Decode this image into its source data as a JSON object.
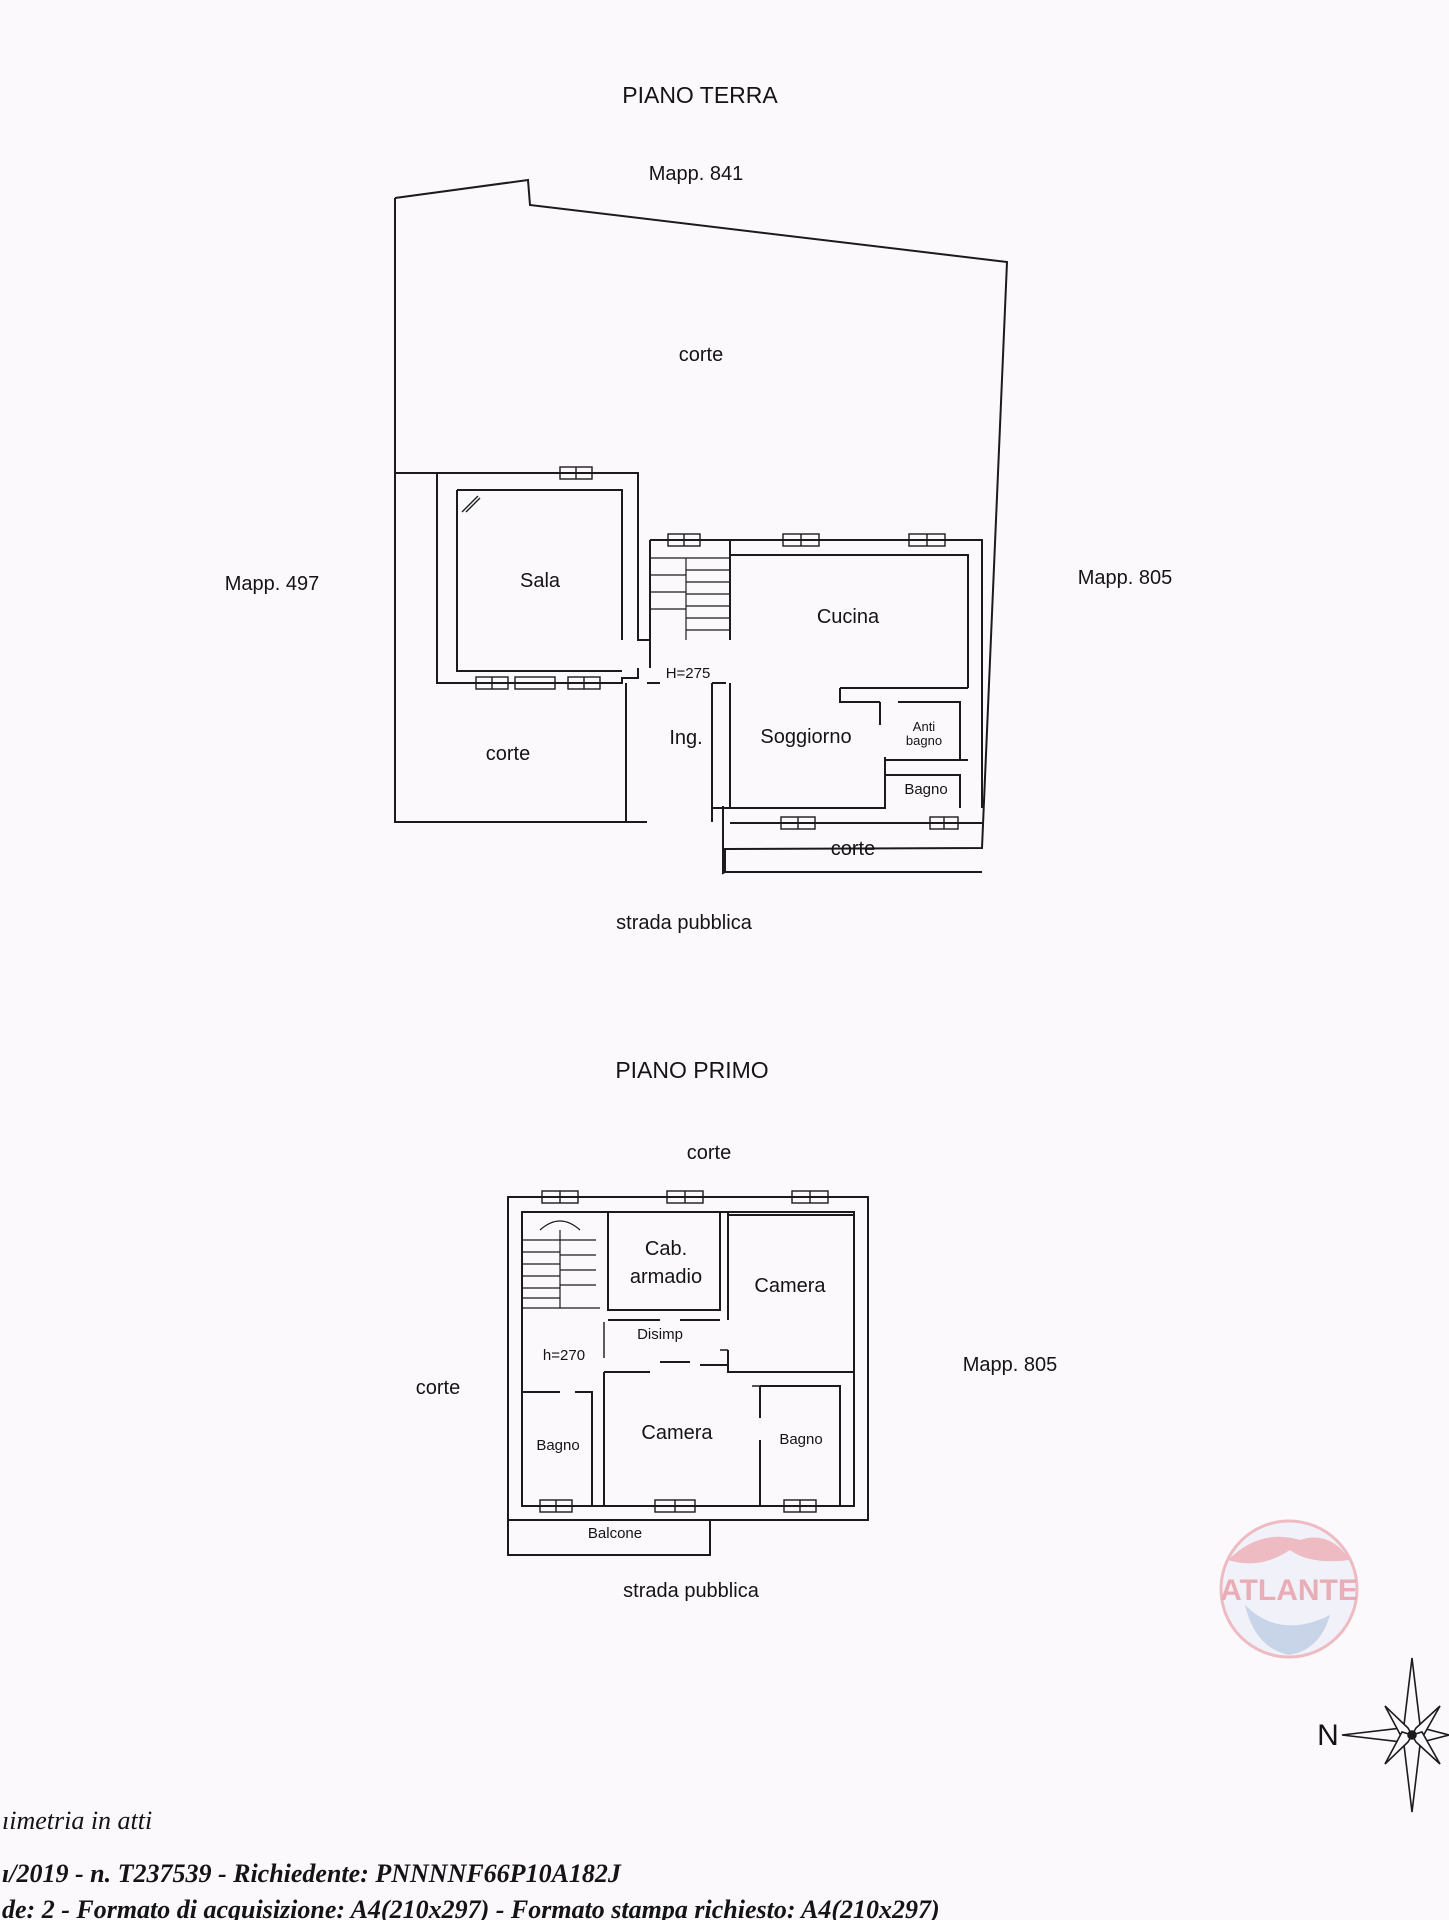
{
  "ground_floor": {
    "title": "PIANO TERRA",
    "labels": {
      "mapp_north": "Mapp. 841",
      "mapp_west": "Mapp. 497",
      "mapp_east": "Mapp. 805",
      "corte_main": "corte",
      "corte_sw": "corte",
      "corte_front": "corte",
      "road": "strada pubblica",
      "height": "H=275"
    },
    "rooms": {
      "sala": "Sala",
      "cucina": "Cucina",
      "ingresso": "Ing.",
      "soggiorno": "Soggiorno",
      "antibagno_1": "Anti",
      "antibagno_2": "bagno",
      "bagno": "Bagno"
    }
  },
  "first_floor": {
    "title": "PIANO PRIMO",
    "labels": {
      "corte_north": "corte",
      "corte_west": "corte",
      "mapp_east": "Mapp. 805",
      "road": "strada pubblica",
      "height": "h=270",
      "balcone": "Balcone"
    },
    "rooms": {
      "cab_1": "Cab.",
      "cab_2": "armadio",
      "camera_ne": "Camera",
      "disimp": "Disimp",
      "bagno_w": "Bagno",
      "camera_s": "Camera",
      "bagno_e": "Bagno"
    }
  },
  "compass": {
    "north_label": "N"
  },
  "watermark": {
    "text": "ATLANTE"
  },
  "footer": {
    "line1": "ıimetria in atti",
    "line2": "ı/2019 - n. T237539 - Richiedente: PNNNNF66P10A182J",
    "line3": "de: 2 - Formato di acquisizione: A4(210x297)  - Formato stampa richiesto: A4(210x297)"
  }
}
